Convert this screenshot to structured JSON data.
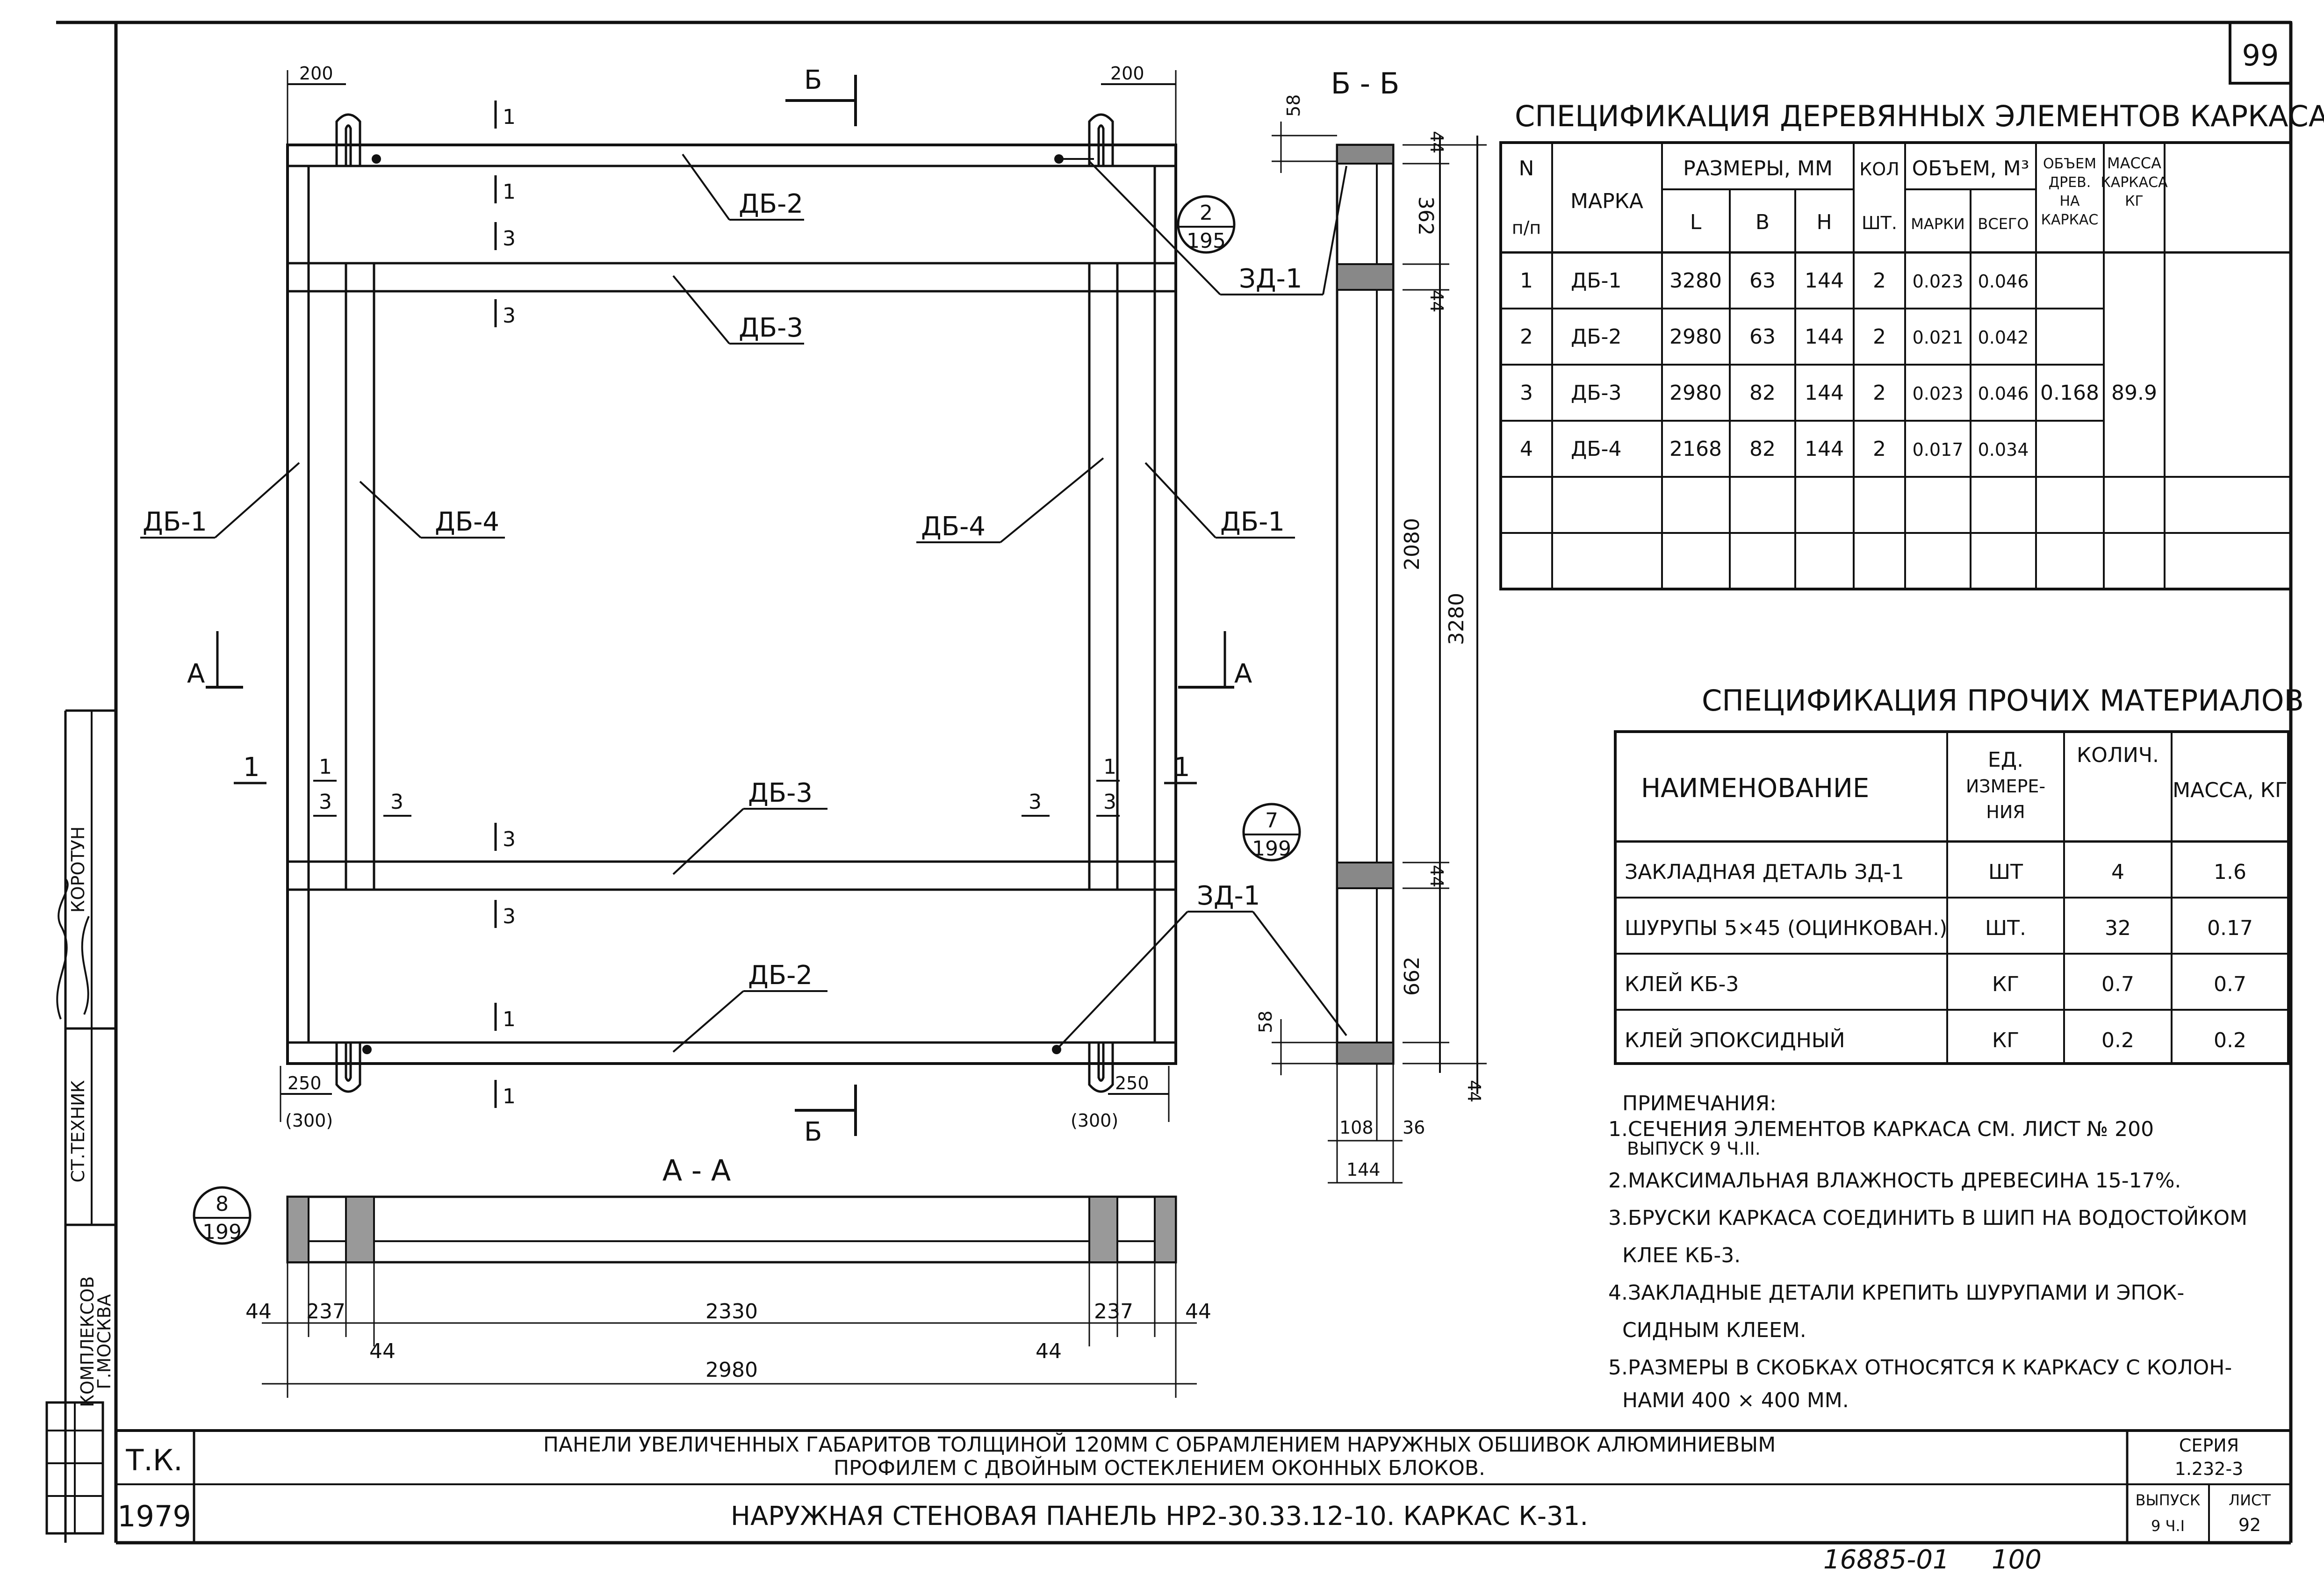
{
  "sheet": {
    "page_number": "99",
    "inventory_number": "16885-01",
    "inventory_page": "100"
  },
  "stamp": {
    "org": "Т.К.",
    "year": "1979",
    "title_line1": "ПАНЕЛИ УВЕЛИЧЕННЫХ ГАБАРИТОВ ТОЛЩИНОЙ 120ММ С ОБРАМЛЕНИЕМ НАРУЖНЫХ ОБШИВОК АЛЮМИНИЕВЫМ",
    "title_line2": "ПРОФИЛЕМ С ДВОЙНЫМ ОСТЕКЛЕНИЕМ ОКОННЫХ БЛОКОВ.",
    "title_main": "НАРУЖНАЯ СТЕНОВАЯ ПАНЕЛЬ НР2-30.33.12-10. КАРКАС К-31.",
    "series_label": "СЕРИЯ",
    "series_value": "1.232-3",
    "issue_label": "ВЫПУСК",
    "issue_value": "9 Ч.I",
    "list_label": "ЛИСТ",
    "list_value": "92"
  },
  "sidebar": {
    "org": "КОМПЛЕКСОВ",
    "city": "Г.МОСКВА",
    "role": "СТ.ТЕХНИК",
    "name": "КОРОТУН"
  },
  "wood_spec": {
    "title": "СПЕЦИФИКАЦИЯ ДЕРЕВЯННЫХ ЭЛЕМЕНТОВ КАРКАСА",
    "headers": {
      "num": "N",
      "num2": "п/п",
      "mark": "МАРКА",
      "dims": "РАЗМЕРЫ, ММ",
      "l": "L",
      "b": "B",
      "h": "H",
      "qty": "КОЛ",
      "qty2": "ШТ.",
      "volume": "ОБЪЕМ, М³",
      "vol_mark": "МАРКИ",
      "vol_total": "ВСЕГО",
      "vol_frame_1": "ОБЪЕМ",
      "vol_frame_2": "ДРЕВ.",
      "vol_frame_3": "НА",
      "vol_frame_4": "КАРКАС",
      "mass_1": "МАССА",
      "mass_2": "КАРКАСА",
      "mass_3": "КГ"
    },
    "rows": [
      {
        "n": "1",
        "mark": "ДБ-1",
        "l": "3280",
        "b": "63",
        "h": "144",
        "qty": "2",
        "vm": "0.023",
        "vt": "0.046"
      },
      {
        "n": "2",
        "mark": "ДБ-2",
        "l": "2980",
        "b": "63",
        "h": "144",
        "qty": "2",
        "vm": "0.021",
        "vt": "0.042"
      },
      {
        "n": "3",
        "mark": "ДБ-3",
        "l": "2980",
        "b": "82",
        "h": "144",
        "qty": "2",
        "vm": "0.023",
        "vt": "0.046"
      },
      {
        "n": "4",
        "mark": "ДБ-4",
        "l": "2168",
        "b": "82",
        "h": "144",
        "qty": "2",
        "vm": "0.017",
        "vt": "0.034"
      }
    ],
    "vol_frame": "0.168",
    "mass_frame": "89.9"
  },
  "other_spec": {
    "title": "СПЕЦИФИКАЦИЯ ПРОЧИХ МАТЕРИАЛОВ",
    "headers": {
      "name": "НАИМЕНОВАНИЕ",
      "unit_1": "ЕД.",
      "unit_2": "ИЗМЕРЕ-",
      "unit_3": "НИЯ",
      "qty": "КОЛИЧ.",
      "mass": "МАССА, КГ"
    },
    "rows": [
      {
        "name": "ЗАКЛАДНАЯ ДЕТАЛЬ ЗД-1",
        "unit": "ШТ",
        "qty": "4",
        "mass": "1.6"
      },
      {
        "name": "ШУРУПЫ 5×45 (ОЦИНКОВАН.)",
        "unit": "ШТ.",
        "qty": "32",
        "mass": "0.17"
      },
      {
        "name": "КЛЕЙ КБ-3",
        "unit": "КГ",
        "qty": "0.7",
        "mass": "0.7"
      },
      {
        "name": "КЛЕЙ ЭПОКСИДНЫЙ",
        "unit": "КГ",
        "qty": "0.2",
        "mass": "0.2"
      }
    ]
  },
  "notes": {
    "title": "ПРИМЕЧАНИЯ:",
    "lines": [
      "1.СЕЧЕНИЯ ЭЛЕМЕНТОВ КАРКАСА СМ. ЛИСТ № 200",
      "ВЫПУСК 9 Ч.II.",
      "2.МАКСИМАЛЬНАЯ ВЛАЖНОСТЬ ДРЕВЕСИНА 15-17%.",
      "3.БРУСКИ КАРКАСА СОЕДИНИТЬ В ШИП НА ВОДОСТОЙКОМ",
      "КЛЕЕ КБ-3.",
      "4.ЗАКЛАДНЫЕ ДЕТАЛИ КРЕПИТЬ ШУРУПАМИ И ЭПОК-",
      "СИДНЫМ КЛЕЕМ.",
      "5.РАЗМЕРЫ В СКОБКАХ ОТНОСЯТСЯ К КАРКАСУ С КОЛОН-",
      "НАМИ 400 × 400 ММ."
    ]
  },
  "drawing": {
    "marks": {
      "db1": "ДБ-1",
      "db2": "ДБ-2",
      "db3": "ДБ-3",
      "db4": "ДБ-4",
      "zd1": "ЗД-1"
    },
    "section_a": "А",
    "section_b": "Б",
    "section_aa": "А - А",
    "section_bb": "Б - Б",
    "cut1": "1",
    "cut3": "3",
    "dim_200": "200",
    "dim_250": "250",
    "dim_300": "(300)",
    "ref_2_195_top": "2",
    "ref_2_195_bot": "195",
    "ref_7_199_top": "7",
    "ref_7_199_bot": "199",
    "ref_8_199_top": "8",
    "ref_8_199_bot": "199",
    "bb_dims": {
      "d58": "58",
      "d44": "44",
      "d362": "362",
      "d2080": "2080",
      "d3280": "3280",
      "d662": "662",
      "d108": "108",
      "d36": "36",
      "d144": "144"
    },
    "aa_dims": {
      "d44": "44",
      "d237": "237",
      "d2330": "2330",
      "d2980": "2980"
    }
  }
}
